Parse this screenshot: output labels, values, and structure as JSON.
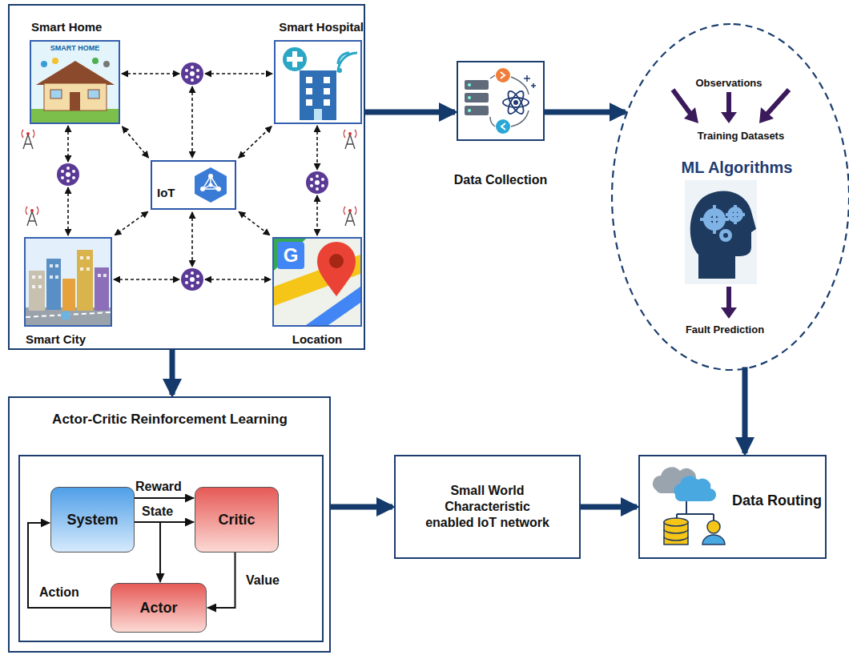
{
  "diagram": {
    "nodes": [
      {
        "text": []
      },
      {
        "text": [
          "Smart Home"
        ],
        "in": 0
      },
      {
        "text": [
          "Smart Hospital"
        ],
        "in": 0
      },
      {
        "text": [
          "IoT"
        ],
        "in": 0
      },
      {
        "text": [
          "Smart City"
        ],
        "in": 0
      },
      {
        "text": [
          "Location"
        ],
        "in": 0
      },
      {
        "text": [
          "Data Collection"
        ]
      },
      {
        "text": [
          "Observations",
          "Training Datasets",
          "ML Algorithms",
          "Fault Prediction"
        ]
      },
      {
        "text": [
          "Actor-Critic Reinforcement Learning"
        ]
      },
      {
        "text": [
          "System"
        ],
        "in": 8
      },
      {
        "text": [
          "Critic"
        ],
        "in": 8
      },
      {
        "text": [
          "Actor"
        ],
        "in": 8
      },
      {
        "text": [
          "Small World Characteristic enabled IoT network"
        ]
      },
      {
        "text": [
          "Data Routing"
        ]
      }
    ],
    "edges": [
      {
        "from": 1,
        "to": 2,
        "arrow": "both"
      },
      {
        "from": 1,
        "to": 4,
        "arrow": "both"
      },
      {
        "from": 2,
        "to": 5,
        "arrow": "both"
      },
      {
        "from": 4,
        "to": 5,
        "arrow": "both"
      },
      {
        "from": 3,
        "to": 1,
        "arrow": "both"
      },
      {
        "from": 3,
        "to": 2,
        "arrow": "both"
      },
      {
        "from": 3,
        "to": 4,
        "arrow": "both"
      },
      {
        "from": 3,
        "to": 5,
        "arrow": "both"
      },
      {
        "from": 0,
        "to": 6,
        "arrow": "to"
      },
      {
        "from": 6,
        "to": 7,
        "arrow": "to"
      },
      {
        "from": 0,
        "to": 8,
        "arrow": "to"
      },
      {
        "from": 7,
        "to": 13,
        "arrow": "to"
      },
      {
        "from": 8,
        "to": 12,
        "arrow": "to"
      },
      {
        "from": 12,
        "to": 13,
        "arrow": "to"
      },
      {
        "from": 9,
        "to": 10,
        "label": "Reward",
        "arrow": "to"
      },
      {
        "from": 9,
        "to": 10,
        "label": "State",
        "arrow": "to"
      },
      {
        "from": 9,
        "to": 11,
        "arrow": "to"
      },
      {
        "from": 10,
        "to": 11,
        "label": "Value",
        "arrow": "to"
      },
      {
        "from": 11,
        "to": 9,
        "label": "Action",
        "arrow": "to"
      }
    ],
    "labels": [
      "SMART HOME",
      "G"
    ]
  }
}
